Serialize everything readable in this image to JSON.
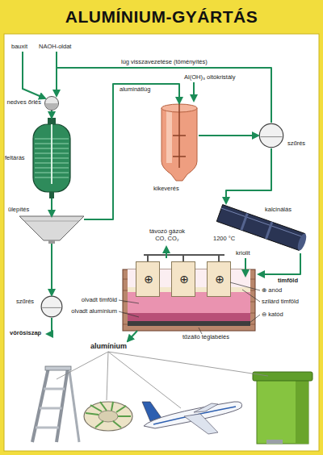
{
  "diagram": {
    "title": "ALUMÍNIUM-GYÁRTÁS",
    "nodes": [
      {
        "text": [
          "nedves őrlés"
        ]
      },
      {
        "text": [
          "feltárás"
        ]
      },
      {
        "text": [
          "kikeverés"
        ]
      },
      {
        "text": [
          "szűrés"
        ]
      },
      {
        "text": [
          "ülepítés"
        ]
      },
      {
        "text": [
          "kalcinálás",
          "1200 °C"
        ]
      },
      {
        "text": [
          "szűrés"
        ]
      },
      {
        "text": [
          "tűzálló téglabélés"
        ]
      },
      {
        "text": [
          "⊕"
        ],
        "in": 7
      },
      {
        "text": [
          "⊕"
        ],
        "in": 7
      },
      {
        "text": [
          "⊕"
        ],
        "in": 7
      }
    ],
    "edges": [
      {
        "from": 0,
        "to": 1,
        "arrow": "to"
      },
      {
        "from": 1,
        "to": 4,
        "arrow": "to"
      },
      {
        "from": 4,
        "to": 2,
        "label": "aluminátlúg",
        "arrow": "to"
      },
      {
        "from": 2,
        "to": 3,
        "arrow": "to"
      },
      {
        "from": 3,
        "to": 0,
        "label": "lúg visszavezetése (töményítés)",
        "arrow": "to"
      },
      {
        "from": 3,
        "to": 5,
        "arrow": "to"
      },
      {
        "from": 5,
        "to": 7,
        "label": "timföld",
        "arrow": "to"
      },
      {
        "from": 4,
        "to": 6,
        "arrow": "to"
      }
    ],
    "labels": [
      "bauxit",
      "NAOH-oldat",
      "Al(OH)₃ oltókristály",
      "távozó gázok CO, CO₂",
      "kriolit",
      "⊕ anód",
      "olvadt timföld",
      "szilárd timföld",
      "olvadt alumínium",
      "⊖ katód",
      "vörösiszap",
      "alumínium"
    ]
  }
}
